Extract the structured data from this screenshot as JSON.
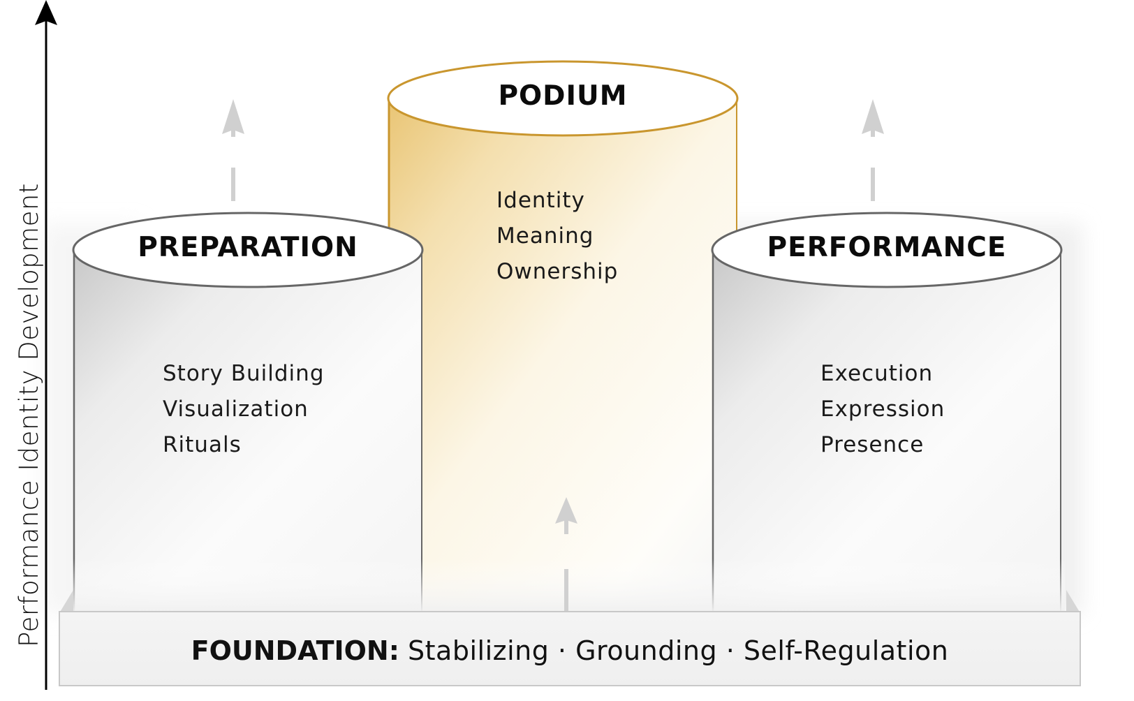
{
  "axis": {
    "label": "Performance Identity Development"
  },
  "pillars": [
    {
      "id": "preparation",
      "title": "PREPARATION",
      "items": [
        "Story Building",
        "Visualization",
        "Rituals"
      ]
    },
    {
      "id": "podium",
      "title": "PODIUM",
      "items": [
        "Identity",
        "Meaning",
        "Ownership"
      ]
    },
    {
      "id": "performance",
      "title": "PERFORMANCE",
      "items": [
        "Execution",
        "Expression",
        "Presence"
      ]
    }
  ],
  "foundation": {
    "label": "FOUNDATION:",
    "text": "Stabilizing · Grounding · Self-Regulation"
  },
  "colors": {
    "gold": "#c9962e",
    "gold_light": "#efd08a",
    "pillar_stroke": "#666666",
    "arrow_gray": "#d0d0d0",
    "base_fill": "#f2f2f2"
  },
  "icons": {
    "axis_arrow": "arrow-up-icon",
    "growth_arrows": "dashed-arrow-up-icon"
  }
}
